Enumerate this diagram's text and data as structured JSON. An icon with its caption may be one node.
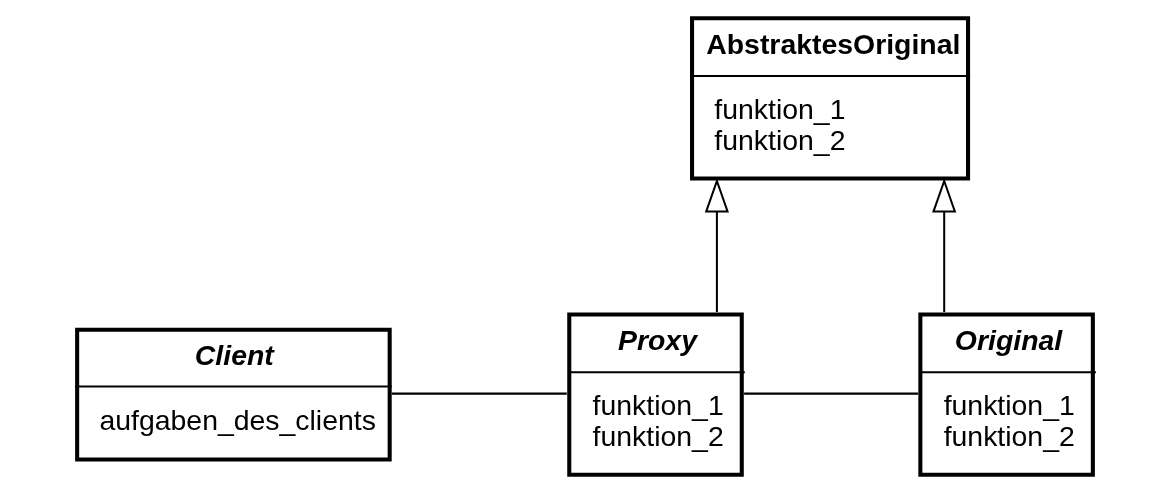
{
  "diagram": {
    "nodes": [
      {
        "text": [
          "AbstraktesOriginal",
          "funktion_1",
          "funktion_2"
        ]
      },
      {
        "text": [
          "Client",
          "aufgaben_des_clients"
        ]
      },
      {
        "text": [
          "Proxy",
          "funktion_1",
          "funktion_2"
        ]
      },
      {
        "text": [
          "Original",
          "funktion_1",
          "funktion_2"
        ]
      }
    ],
    "edges": [
      {
        "from": 2,
        "to": 0,
        "arrow": "to"
      },
      {
        "from": 3,
        "to": 0,
        "arrow": "to"
      },
      {
        "from": 1,
        "to": 2,
        "arrow": "none"
      },
      {
        "from": 2,
        "to": 3,
        "arrow": "none"
      }
    ]
  }
}
